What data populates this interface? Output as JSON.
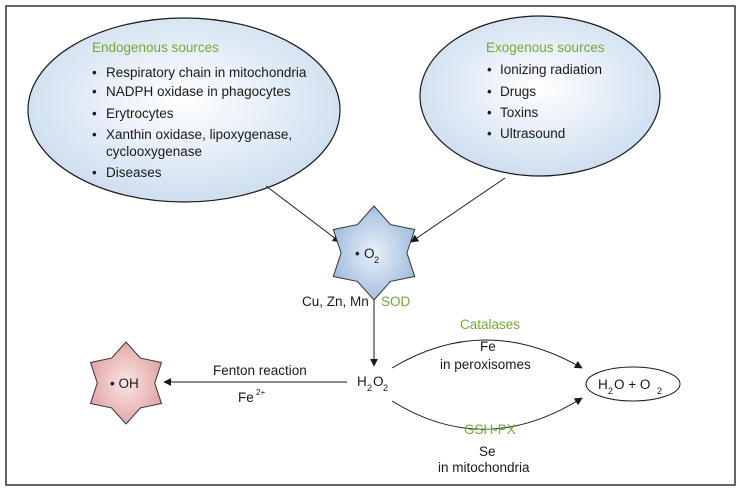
{
  "endogenous": {
    "title": "Endogenous sources",
    "items": [
      "Respiratory chain in mitochondria",
      "NADPH oxidase in phagocytes",
      "Erytrocytes",
      "Xanthin oxidase, lipoxygenase,",
      "cyclooxygenase",
      "Diseases"
    ]
  },
  "exogenous": {
    "title": "Exogenous sources",
    "items": [
      "Ionizing radiation",
      "Drugs",
      "Toxins",
      "Ultrasound"
    ]
  },
  "superoxide": {
    "dot": "•",
    "symbol": "O",
    "subscript": "2"
  },
  "hydroxyl": {
    "label": "• OH"
  },
  "sod": {
    "cofactors": "Cu, Zn, Mn",
    "enzyme": "SOD"
  },
  "h2o2": {
    "h": "H",
    "sub1": "2",
    "o": "O",
    "sub2": "2"
  },
  "fenton": {
    "label": "Fenton reaction",
    "ion": "Fe",
    "charge": "2+"
  },
  "catalase": {
    "enzyme": "Catalases",
    "cofactor": "Fe",
    "location": "in peroxisomes"
  },
  "gshpx": {
    "enzyme": "GSH-PX",
    "cofactor": "Se",
    "location": "in mitochondria"
  },
  "products": {
    "h": "H",
    "sub1": "2",
    "o_plus": "O + O",
    "sub2": "2"
  },
  "colors": {
    "ellipse_fill": "#dde9f5",
    "star_blue": "#b7cde6",
    "star_red": "#ebbcbc",
    "green": "#74a83a",
    "frame": "#333333"
  }
}
